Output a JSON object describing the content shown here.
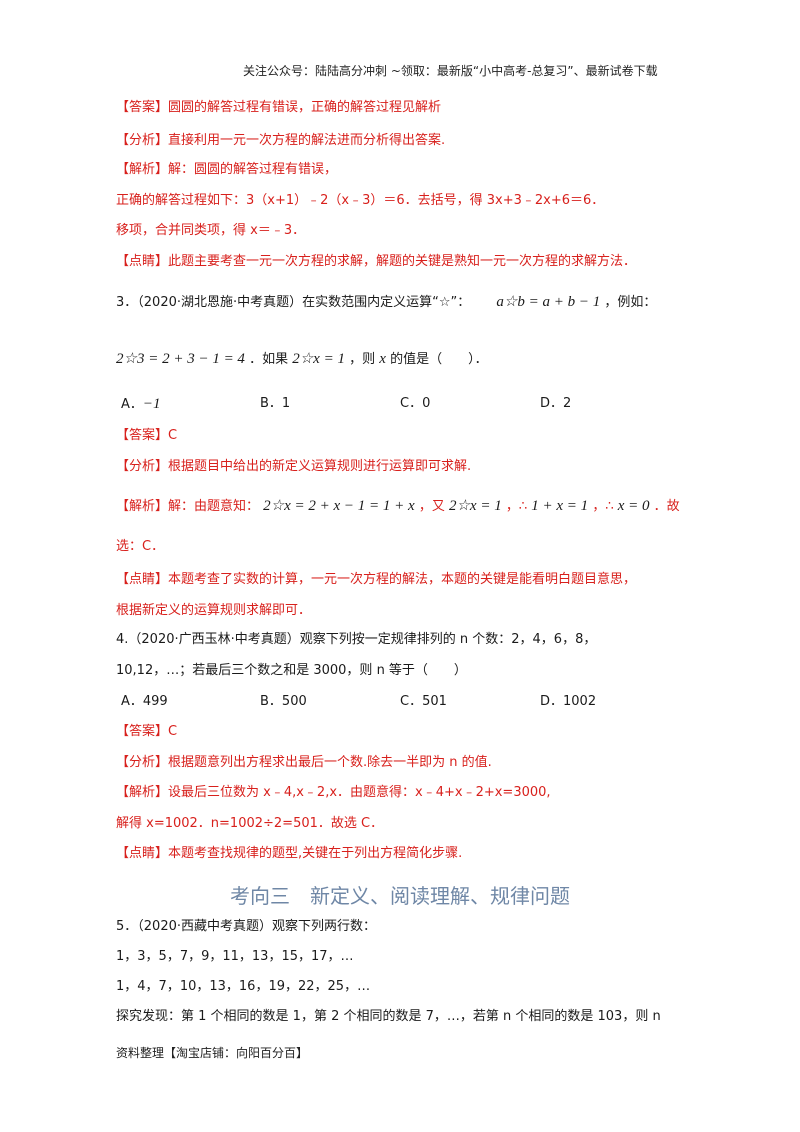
{
  "header": "关注公众号：陆陆高分冲刺 ~领取：最新版“小中高考-总复习”、最新试卷下载",
  "q2": {
    "answer": "【答案】圆圆的解答过程有错误，正确的解答过程见解析",
    "analysis": "【分析】直接利用一元一次方程的解法进而分析得出答案.",
    "solution1": "【解析】解：圆圆的解答过程有错误，",
    "solution2": "正确的解答过程如下：3（x+1）﹣2（x﹣3）＝6．去括号，得 3x+3﹣2x+6＝6．",
    "solution3": "移项，合并同类项，得 x＝﹣3．",
    "comment": "【点睛】此题主要考查一元一次方程的求解，解题的关键是熟知一元一次方程的求解方法．"
  },
  "q3": {
    "stem_a": "3．（2020·湖北恩施·中考真题）在实数范围内定义运算“☆”：",
    "formula1": "a☆b = a + b − 1",
    "stem_b": "，例如：",
    "formula2": "2☆3 = 2 + 3 − 1 = 4",
    "stem_c": "．如果",
    "formula3": "2☆x = 1",
    "stem_d": "，则",
    "formula4": "x",
    "stem_e": "的值是（　　）．",
    "optA": "A．",
    "optA_val": "−1",
    "optB": "B．1",
    "optC": "C．0",
    "optD": "D．2",
    "answer": "【答案】C",
    "analysis": "【分析】根据题目中给出的新定义运算规则进行运算即可求解.",
    "sol_a": "【解析】解：由题意知：",
    "sol_f1": "2☆x = 2 + x − 1 = 1 + x",
    "sol_b": "，又",
    "sol_f2": "2☆x = 1",
    "sol_c": "，∴",
    "sol_f3": "1 + x = 1",
    "sol_d": "，∴",
    "sol_f4": "x = 0",
    "sol_e": "．故",
    "sol_line2": "选：C．",
    "comment1": "【点睛】本题考查了实数的计算，一元一次方程的解法，本题的关键是能看明白题目意思，",
    "comment2": "根据新定义的运算规则求解即可．"
  },
  "q4": {
    "stem1": "4.（2020·广西玉林·中考真题）观察下列按一定规律排列的 n 个数：2，4，6，8，",
    "stem2": "10,12，…；若最后三个数之和是 3000，则 n 等于（　　）",
    "optA": "A．499",
    "optB": "B．500",
    "optC": "C．501",
    "optD": "D．1002",
    "answer": "【答案】C",
    "analysis": "【分析】根据题意列出方程求出最后一个数.除去一半即为 n 的值.",
    "solution1": "【解析】设最后三位数为 x﹣4,x﹣2,x．由题意得：x﹣4+x﹣2+x=3000,",
    "solution2": "解得 x=1002．n=1002÷2=501．故选 C．",
    "comment": "【点睛】本题考查找规律的题型,关键在于列出方程简化步骤."
  },
  "section_title": "考向三　新定义、阅读理解、规律问题",
  "q5": {
    "stem": "5．（2020·西藏中考真题）观察下列两行数：",
    "row1": "1，3，5，7，9，11，13，15，17，…",
    "row2": "1，4，7，10，13，16，19，22，25，…",
    "stem2": "探究发现：第 1 个相同的数是 1，第 2 个相同的数是 7，…，若第 n 个相同的数是 103，则 n"
  },
  "footer": "资料整理【淘宝店铺：向阳百分百】"
}
